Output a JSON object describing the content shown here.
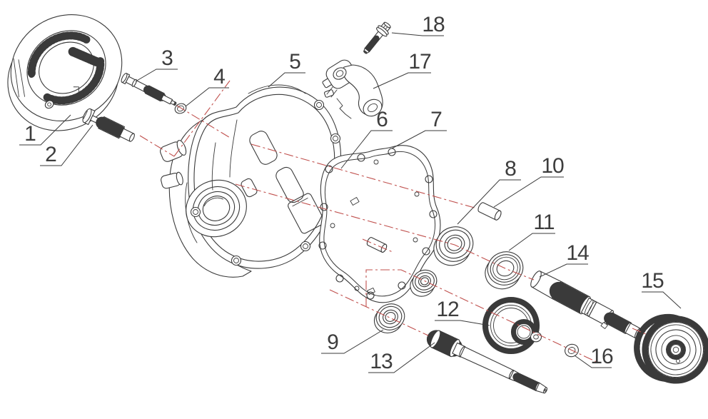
{
  "diagram": {
    "type": "exploded-parts-diagram",
    "colors": {
      "background": "#ffffff",
      "line": "#3a3a3a",
      "axis": "#c0504d",
      "text": "#3d3d3d"
    },
    "callouts": [
      {
        "num": "1"
      },
      {
        "num": "2"
      },
      {
        "num": "3"
      },
      {
        "num": "4"
      },
      {
        "num": "5"
      },
      {
        "num": "6"
      },
      {
        "num": "7"
      },
      {
        "num": "8"
      },
      {
        "num": "9"
      },
      {
        "num": "10"
      },
      {
        "num": "11"
      },
      {
        "num": "12"
      },
      {
        "num": "13"
      },
      {
        "num": "14"
      },
      {
        "num": "15"
      },
      {
        "num": "16"
      },
      {
        "num": "17"
      },
      {
        "num": "18"
      }
    ]
  }
}
